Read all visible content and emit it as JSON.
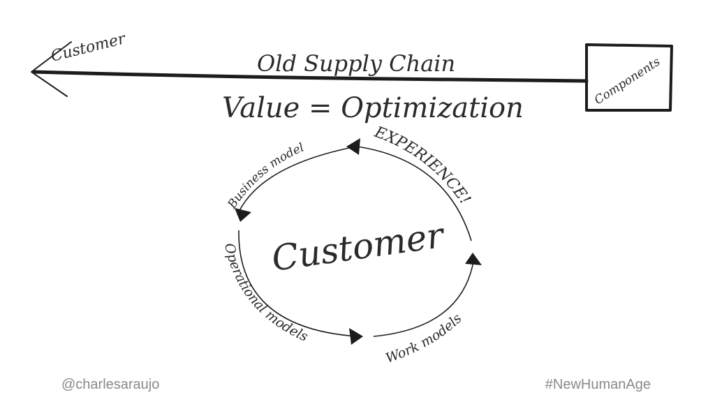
{
  "supply_chain": {
    "left_label": "Customer",
    "title": "Old Supply Chain",
    "box_label": "Components"
  },
  "equation": "Value = Optimization",
  "cycle": {
    "center": "Customer",
    "labels": {
      "experience": "EXPERIENCE!",
      "business_model": "Business model",
      "operational_models": "Operational models",
      "work_models": "Work models"
    }
  },
  "footer": {
    "handle": "@charlesaraujo",
    "hashtag": "#NewHumanAge"
  }
}
